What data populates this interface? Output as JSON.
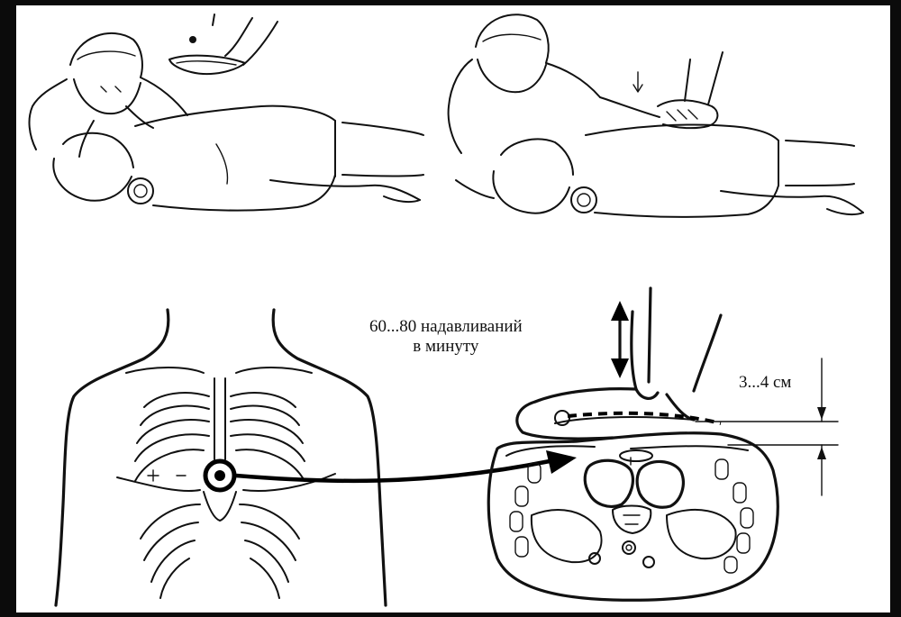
{
  "annotations": {
    "compression_rate_line1": "60...80 надавливаний",
    "compression_rate_line2": "в минуту",
    "compression_depth": "3...4 см"
  },
  "colors": {
    "background": "#0b0b0b",
    "paper": "#ffffff",
    "ink": "#111111"
  }
}
